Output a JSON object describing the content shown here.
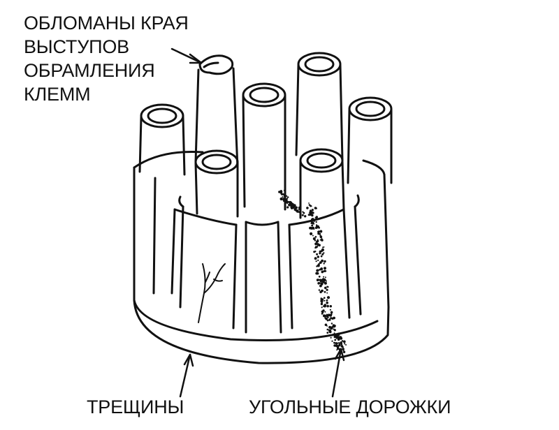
{
  "labels": {
    "broken_edges": {
      "line1": "ОБЛОМАНЫ КРАЯ",
      "line2": "ВЫСТУПОВ",
      "line3": "ОБРАМЛЕНИЯ",
      "line4": "КЛЕММ"
    },
    "cracks": "ТРЕЩИНЫ",
    "carbon_tracks": "УГОЛЬНЫЕ ДОРОЖКИ"
  },
  "colors": {
    "ink": "#111111",
    "background": "#ffffff"
  }
}
